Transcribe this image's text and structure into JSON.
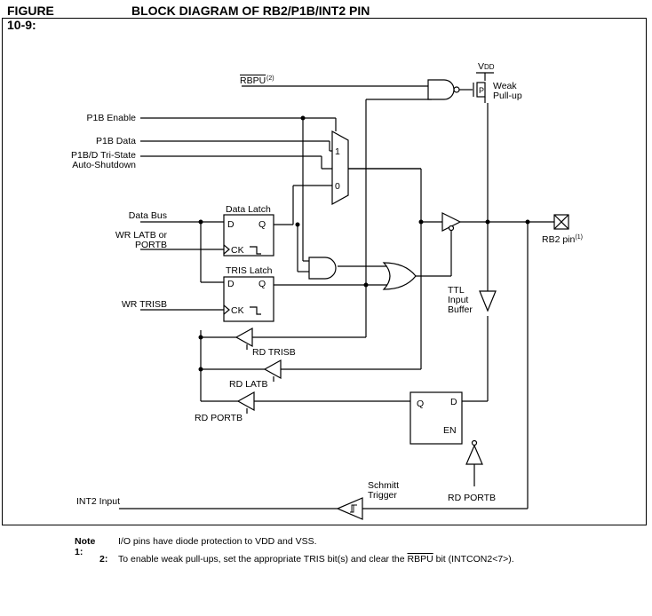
{
  "figure": {
    "number": "FIGURE 10-9:",
    "title": "BLOCK DIAGRAM OF RB2/P1B/INT2 PIN"
  },
  "signals": {
    "rbpu": "RBPU",
    "rbpu_sup": "(2)",
    "p1b_enable": "P1B Enable",
    "p1b_data": "P1B Data",
    "p1b_tristate_1": "P1B/D Tri-State",
    "p1b_tristate_2": "Auto-Shutdown",
    "data_bus": "Data Bus",
    "wr_latb_1": "WR LATB or",
    "wr_latb_2": "PORTB",
    "wr_trisb": "WR TRISB",
    "rd_trisb": "RD TRISB",
    "rd_latb": "RD LATB",
    "rd_portb_left": "RD PORTB",
    "rd_portb_right": "RD PORTB",
    "int2_input": "INT2 Input"
  },
  "blocks": {
    "data_latch": "Data Latch",
    "tris_latch": "TRIS Latch",
    "d": "D",
    "q": "Q",
    "ck": "CK",
    "en": "EN",
    "mux_1": "1",
    "mux_0": "0",
    "vdd_v": "V",
    "vdd_sub": "DD",
    "pmos": "P",
    "weak_1": "Weak",
    "weak_2": "Pull-up",
    "rb2_pin": "RB2 pin",
    "rb2_sup": "(1)",
    "ttl_1": "TTL",
    "ttl_2": "Input",
    "ttl_3": "Buffer",
    "schmitt_1": "Schmitt",
    "schmitt_2": "Trigger"
  },
  "notes": {
    "n1_key": "Note 1:",
    "n1_text": "I/O pins have diode protection to VDD and VSS.",
    "n2_key": "2:",
    "n2_pre": "To enable weak pull-ups, set the appropriate TRIS bit(s) and clear the ",
    "n2_ovl": "RBPU",
    "n2_post": " bit (INTCON2<7>)."
  }
}
